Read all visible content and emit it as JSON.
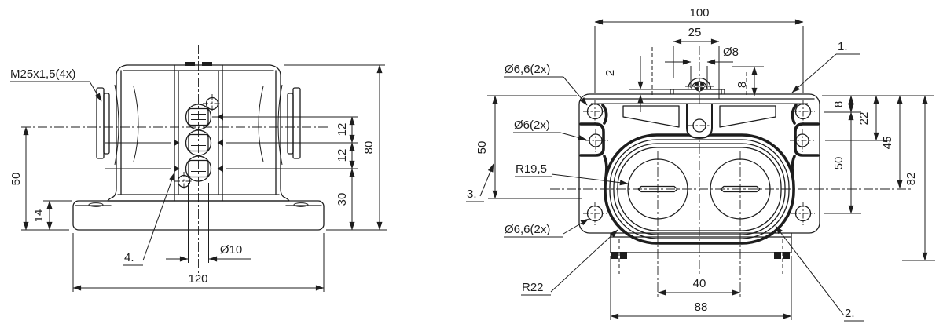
{
  "drawing": {
    "background": "#ffffff",
    "line_color": "#1d1d1d",
    "front_view": {
      "thread_callout": "M25x1,5(4x)",
      "item4_callout": "4.",
      "dim_height_axis": "50",
      "dim_base_height": "14",
      "dim_base_width": "120",
      "dim_center_hole": "Ø10",
      "dim_pitch_upper": "12",
      "dim_pitch_lower": "12",
      "dim_bottom_offset": "30",
      "dim_total_height": "80"
    },
    "end_view": {
      "dim_hole_spacing_h": "100",
      "dim_bracket_width": "25",
      "dim_bracket_hole": "Ø8",
      "dim_rim_thickness": "2",
      "dim_screw_height": "8",
      "item1_callout": "1.",
      "item2_callout": "2.",
      "item3_callout": "3.",
      "corner_holes_top_callout": "Ø6,6(2x)",
      "side_holes_callout": "Ø6(2x)",
      "window_radius_callout": "R19,5",
      "corner_holes_bottom_callout": "Ø6,6(2x)",
      "body_radius_callout": "R22",
      "dim_edge_to_hole": "8",
      "dim_edge_to_side_hole": "22",
      "dim_edge_to_axis": "45",
      "dim_hole_spacing_v": "50",
      "dim_total_height": "82",
      "dim_left_height": "50",
      "dim_window_spacing": "40",
      "dim_foot_width": "88"
    }
  }
}
